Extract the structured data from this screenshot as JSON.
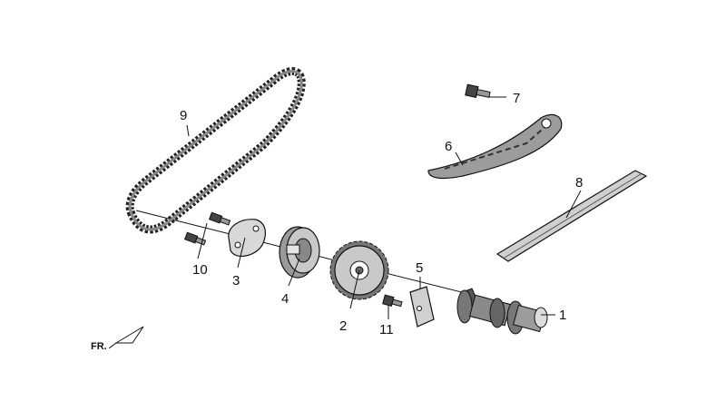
{
  "diagram": {
    "callouts": [
      {
        "id": "1",
        "label": "1"
      },
      {
        "id": "2",
        "label": "2"
      },
      {
        "id": "3",
        "label": "3"
      },
      {
        "id": "4",
        "label": "4"
      },
      {
        "id": "5",
        "label": "5"
      },
      {
        "id": "6",
        "label": "6"
      },
      {
        "id": "7",
        "label": "7"
      },
      {
        "id": "8",
        "label": "8"
      },
      {
        "id": "9",
        "label": "9"
      },
      {
        "id": "10",
        "label": "10"
      },
      {
        "id": "11",
        "label": "11"
      }
    ],
    "front_indicator": "FR."
  }
}
